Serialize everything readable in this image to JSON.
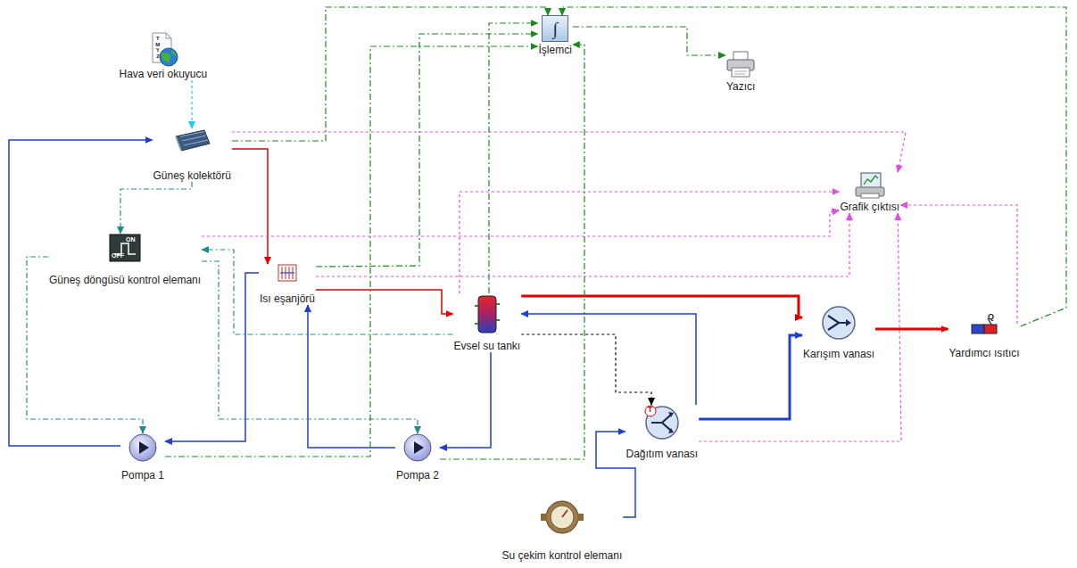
{
  "diagram": {
    "nodes": [
      {
        "text": [
          "∫",
          "İşlemci"
        ]
      },
      {
        "text": [
          "Hava veri okuyucu"
        ]
      },
      {
        "text": [
          "Yazıcı"
        ]
      },
      {
        "text": [
          "Güneş kolektörü"
        ]
      },
      {
        "text": [
          "Grafik çıktısı"
        ]
      },
      {
        "text": [
          "Güneş döngüsü kontrol elemanı"
        ]
      },
      {
        "text": [
          "Isı eşanjörü"
        ]
      },
      {
        "text": [
          "Evsel su tankı"
        ]
      },
      {
        "text": [
          "Karışım vanası"
        ]
      },
      {
        "text": [
          "Yardımcı ısıtıcı"
        ]
      },
      {
        "text": [
          "Dağıtım vanası"
        ]
      },
      {
        "text": [
          "Pompa 1"
        ]
      },
      {
        "text": [
          "Pompa 2"
        ]
      },
      {
        "text": [
          "Su çekim kontrol elemanı"
        ]
      }
    ],
    "edges": [
      {
        "from": 1,
        "to": 3,
        "arrow": "to"
      },
      {
        "from": 11,
        "to": 3,
        "arrow": "to"
      },
      {
        "from": 3,
        "to": 6,
        "arrow": "to"
      },
      {
        "from": 6,
        "to": 7,
        "arrow": "to"
      },
      {
        "from": 7,
        "to": 8,
        "arrow": "to"
      },
      {
        "from": 8,
        "to": 9,
        "arrow": "to"
      },
      {
        "from": 7,
        "to": 12,
        "arrow": "to"
      },
      {
        "from": 12,
        "to": 6,
        "arrow": "to"
      },
      {
        "from": 6,
        "to": 11,
        "arrow": "to"
      },
      {
        "from": 13,
        "to": 10,
        "arrow": "to"
      },
      {
        "from": 10,
        "to": 7,
        "arrow": "to"
      },
      {
        "from": 10,
        "to": 8,
        "arrow": "to"
      },
      {
        "from": 7,
        "to": 10,
        "arrow": "to"
      },
      {
        "from": 3,
        "to": 5,
        "arrow": "to"
      },
      {
        "from": 7,
        "to": 5,
        "arrow": "to"
      },
      {
        "from": 5,
        "to": 11,
        "arrow": "to"
      },
      {
        "from": 5,
        "to": 12,
        "arrow": "to"
      },
      {
        "from": 3,
        "to": 0,
        "arrow": "to"
      },
      {
        "from": 9,
        "to": 0,
        "arrow": "to"
      },
      {
        "from": 11,
        "to": 0,
        "arrow": "to"
      },
      {
        "from": 12,
        "to": 0,
        "arrow": "to"
      },
      {
        "from": 6,
        "to": 0,
        "arrow": "to"
      },
      {
        "from": 7,
        "to": 0,
        "arrow": "to"
      },
      {
        "from": 0,
        "to": 2,
        "arrow": "to"
      },
      {
        "from": 3,
        "to": 4,
        "arrow": "to"
      },
      {
        "from": 5,
        "to": 4,
        "arrow": "to"
      },
      {
        "from": 6,
        "to": 4,
        "arrow": "to"
      },
      {
        "from": 7,
        "to": 4,
        "arrow": "to"
      },
      {
        "from": 10,
        "to": 4,
        "arrow": "to"
      },
      {
        "from": 9,
        "to": 4,
        "arrow": "to"
      }
    ],
    "labels": [
      "TMY2",
      "ON",
      "OFF",
      "T",
      "Q"
    ]
  }
}
